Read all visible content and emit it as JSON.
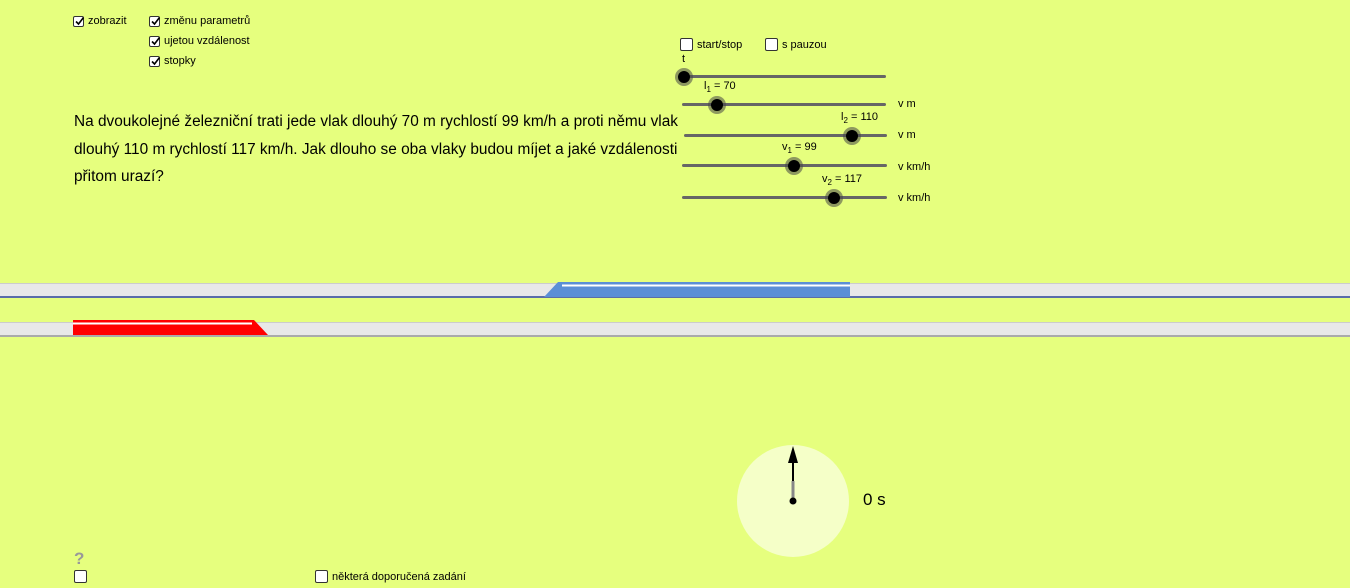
{
  "checkboxes": {
    "zobrazit": {
      "label": "zobrazit",
      "checked": true
    },
    "zmenu_parametru": {
      "label": "změnu parametrů",
      "checked": true
    },
    "ujetou_vzdalenost": {
      "label": "ujetou vzdálenost",
      "checked": true
    },
    "stopky": {
      "label": "stopky",
      "checked": true
    },
    "start_stop": {
      "label": "start/stop",
      "checked": false
    },
    "s_pauzou": {
      "label": "s pauzou",
      "checked": false
    },
    "help_toggle": {
      "label": "",
      "checked": false
    },
    "doporucena": {
      "label": "některá doporučená zadání",
      "checked": false
    }
  },
  "problem_text": "Na dvoukolejné železniční trati jede vlak dlouhý 70 m rychlostí 99 km/h a  proti němu vlak dlouhý 110 m rychlostí 117 km/h. Jak dlouho se oba vlaky budou míjet a jaké vzdálenosti přitom urazí?",
  "sliders": {
    "t": {
      "name": "t",
      "sub": "",
      "value_text": "",
      "value": 0,
      "min": 0,
      "max": 1,
      "unit": ""
    },
    "l1": {
      "name": "l",
      "sub": "1",
      "value_text": " = 70",
      "value": 70,
      "unit": "v m"
    },
    "l2": {
      "name": "l",
      "sub": "2",
      "value_text": " = 110",
      "value": 110,
      "unit": "v m"
    },
    "v1": {
      "name": "v",
      "sub": "1",
      "value_text": " = 99",
      "value": 99,
      "unit": "v km/h"
    },
    "v2": {
      "name": "v",
      "sub": "2",
      "value_text": " = 117",
      "value": 117,
      "unit": "v km/h"
    }
  },
  "colors": {
    "background": "#e6ff7e",
    "train_blue": "#5b8fd6",
    "train_red": "#ff0000"
  },
  "stopwatch": {
    "time_text": "0 s"
  },
  "help": {
    "symbol": "?"
  }
}
